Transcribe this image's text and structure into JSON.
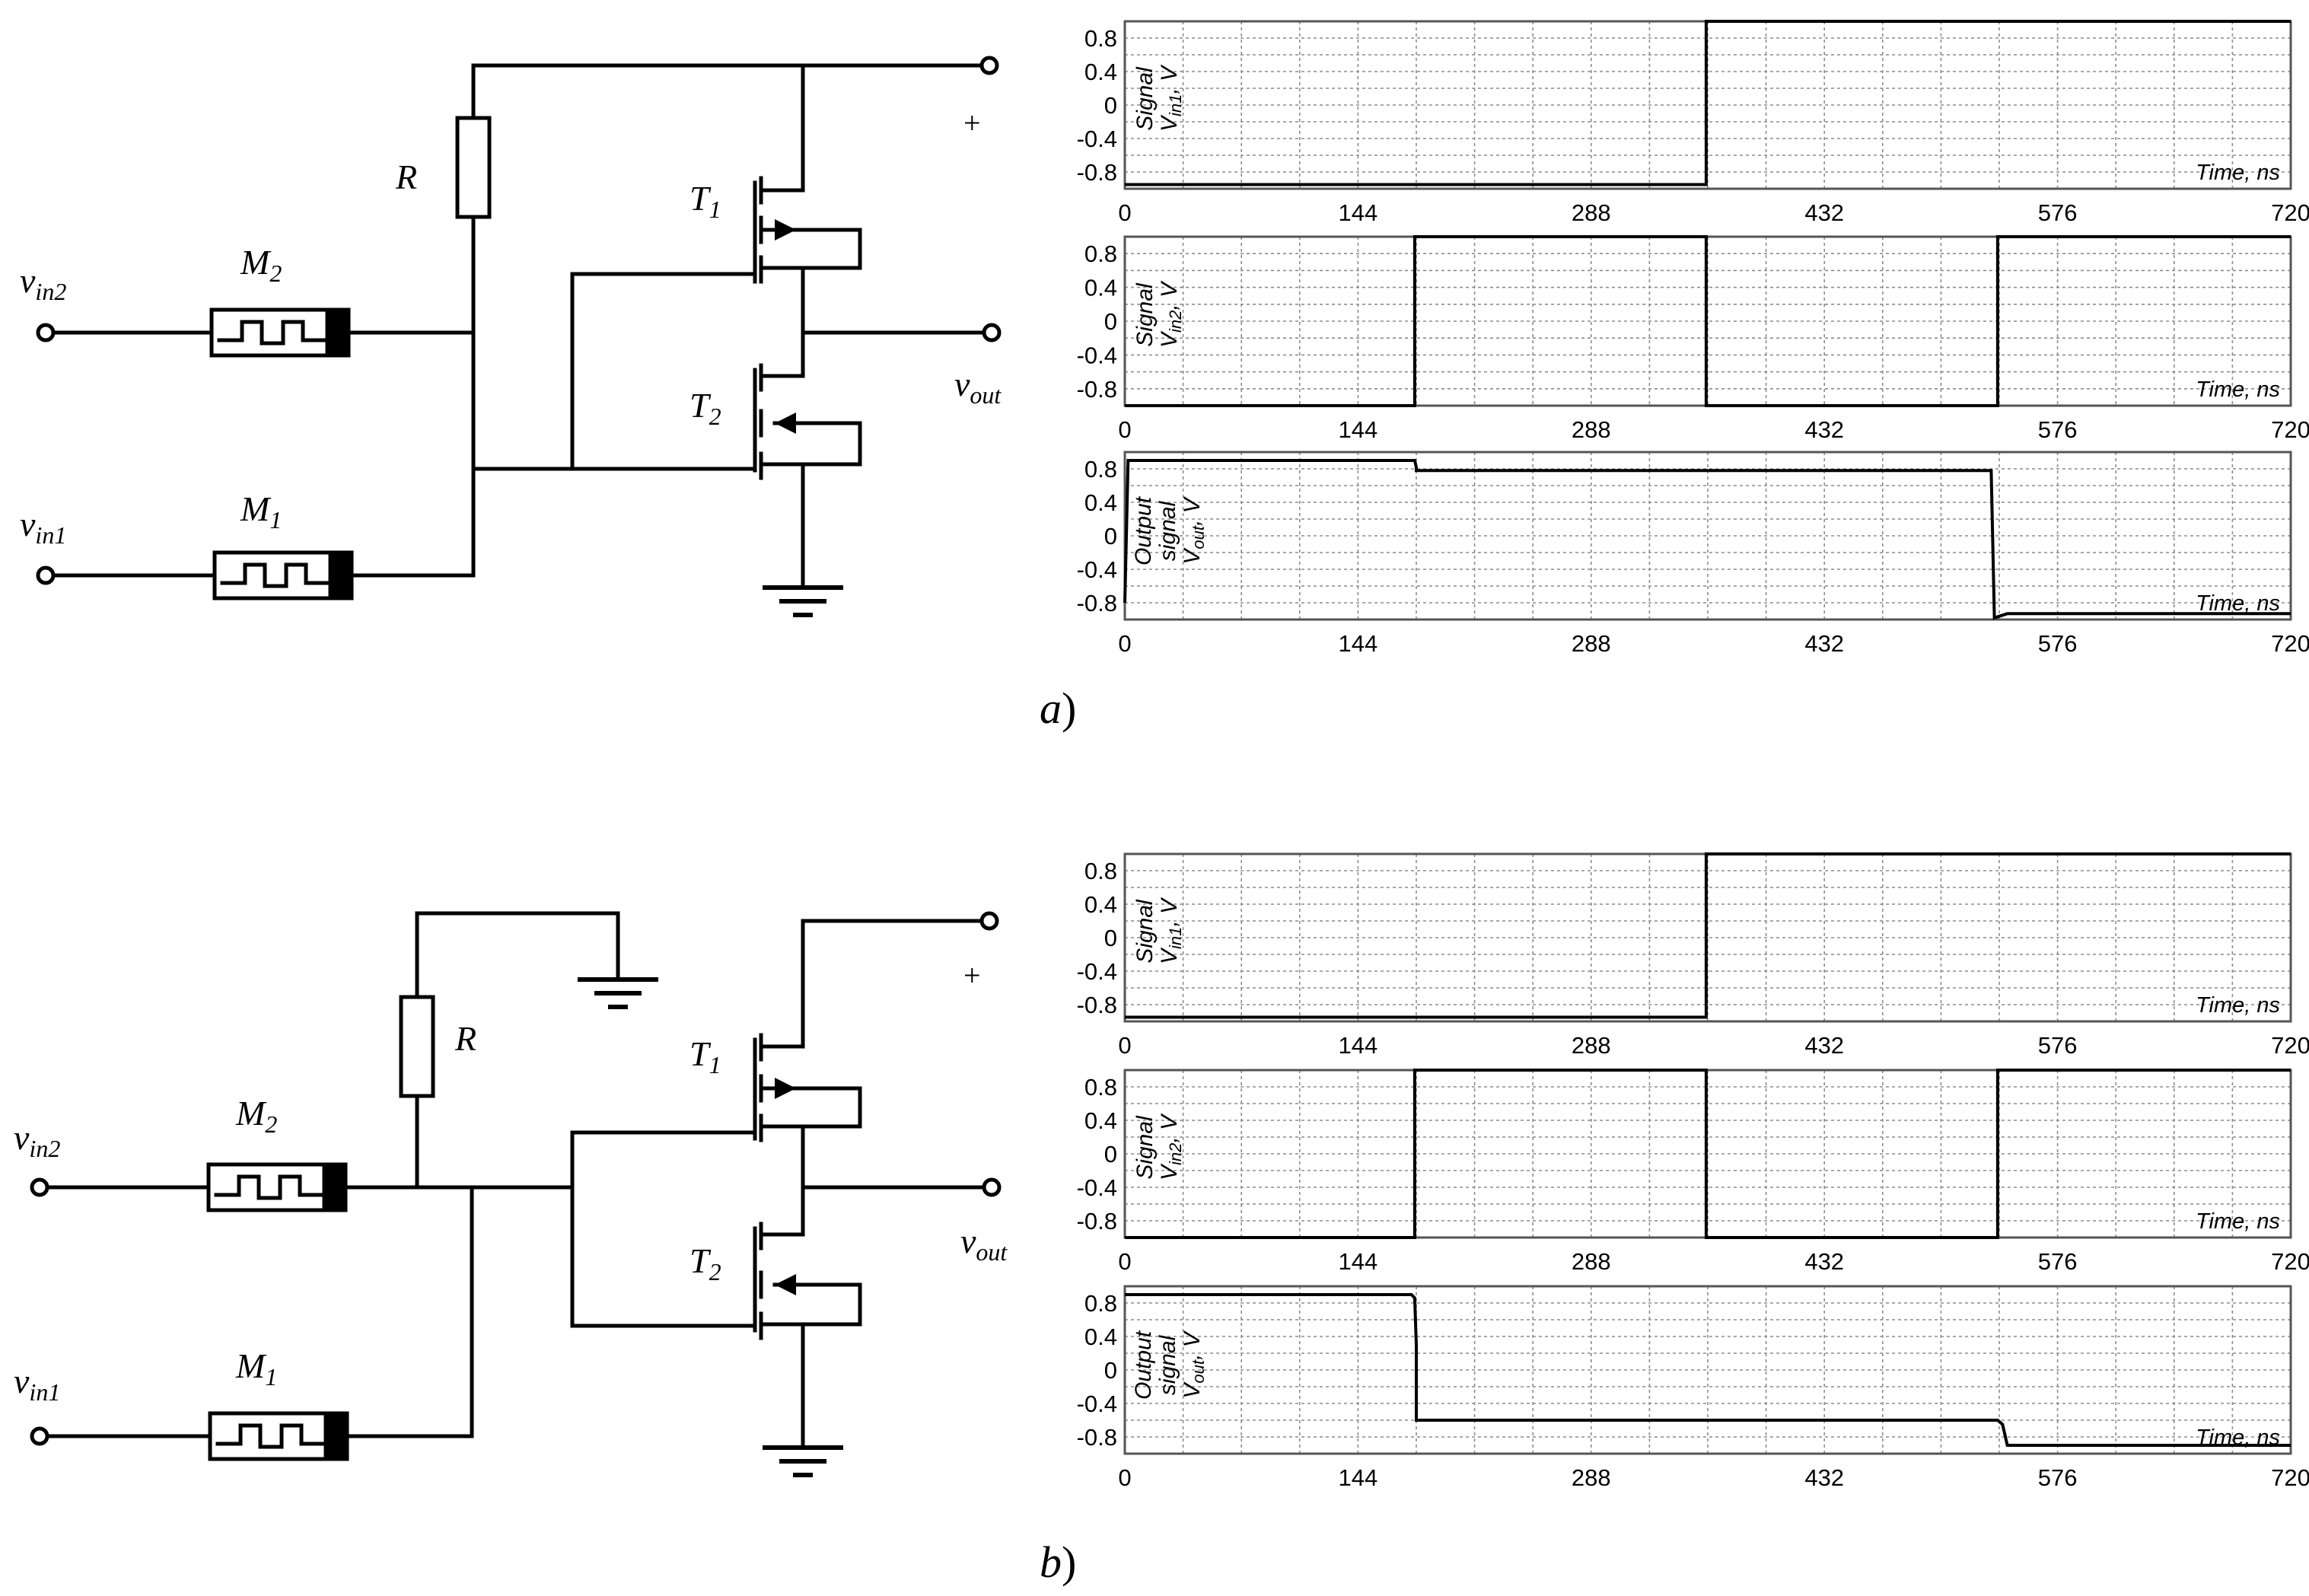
{
  "colors": {
    "ink": "#000000",
    "grid": "#8c8c8c",
    "signal": "#000000"
  },
  "circuits": [
    {
      "id": "a",
      "panel_label": "a",
      "labels": {
        "resistor": "R",
        "memristor_top": "M",
        "memristor_top_sub": "2",
        "memristor_bottom": "M",
        "memristor_bottom_sub": "1",
        "input_top": "v",
        "input_top_sub": "in2",
        "input_bottom": "v",
        "input_bottom_sub": "in1",
        "transistor_top": "T",
        "transistor_top_sub": "1",
        "transistor_bottom": "T",
        "transistor_bottom_sub": "2",
        "output": "v",
        "output_sub": "out",
        "supply": "+"
      }
    },
    {
      "id": "b",
      "panel_label": "b",
      "labels": {
        "resistor": "R",
        "memristor_top": "M",
        "memristor_top_sub": "2",
        "memristor_bottom": "M",
        "memristor_bottom_sub": "1",
        "input_top": "v",
        "input_top_sub": "in2",
        "input_bottom": "v",
        "input_bottom_sub": "in1",
        "transistor_top": "T",
        "transistor_top_sub": "1",
        "transistor_bottom": "T",
        "transistor_bottom_sub": "2",
        "output": "v",
        "output_sub": "out",
        "supply": "+"
      }
    }
  ],
  "chart_data": [
    {
      "type": "line",
      "group": "a",
      "slot": 0,
      "ylabel_lines": [
        "Signal",
        "V",
        "in1",
        ", V"
      ],
      "time_label": "Time, ns",
      "xlim": [
        0,
        720
      ],
      "ylim": [
        -1,
        1
      ],
      "xticks": [
        "0",
        "144",
        "288",
        "432",
        "576",
        "720"
      ],
      "yticks": [
        "0.8",
        "0.4",
        "0",
        "-0.4",
        "-0.8"
      ],
      "series": [
        {
          "x": [
            0,
            359,
            359,
            720
          ],
          "y": [
            -0.95,
            -0.95,
            1.0,
            1.0
          ]
        }
      ]
    },
    {
      "type": "line",
      "group": "a",
      "slot": 1,
      "ylabel_lines": [
        "Signal",
        "V",
        "in2",
        ", V"
      ],
      "time_label": "Time, ns",
      "xlim": [
        0,
        720
      ],
      "ylim": [
        -1,
        1
      ],
      "xticks": [
        "0",
        "144",
        "288",
        "432",
        "576",
        "720"
      ],
      "yticks": [
        "0.8",
        "0.4",
        "0",
        "-0.4",
        "-0.8"
      ],
      "series": [
        {
          "x": [
            0,
            179,
            179,
            359,
            359,
            539,
            539,
            720
          ],
          "y": [
            -1.0,
            -1.0,
            1.0,
            1.0,
            -1.0,
            -1.0,
            1.0,
            1.0
          ]
        }
      ]
    },
    {
      "type": "line",
      "group": "a",
      "slot": 2,
      "ylabel_lines": [
        "Output",
        "signal",
        "V",
        "out",
        ", V"
      ],
      "time_label": "Time, ns",
      "xlim": [
        0,
        720
      ],
      "ylim": [
        -1,
        1
      ],
      "xticks": [
        "0",
        "144",
        "288",
        "432",
        "576",
        "720"
      ],
      "yticks": [
        "0.8",
        "0.4",
        "0",
        "-0.4",
        "-0.8"
      ],
      "series": [
        {
          "x": [
            0,
            2,
            4,
            179,
            180,
            180,
            535,
            537,
            545,
            720
          ],
          "y": [
            -0.8,
            0.9,
            0.9,
            0.9,
            0.82,
            0.78,
            0.78,
            -0.98,
            -0.93,
            -0.93
          ]
        }
      ]
    },
    {
      "type": "line",
      "group": "b",
      "slot": 0,
      "ylabel_lines": [
        "Signal",
        "V",
        "in1",
        ", V"
      ],
      "time_label": "Time, ns",
      "xlim": [
        0,
        720
      ],
      "ylim": [
        -1,
        1
      ],
      "xticks": [
        "0",
        "144",
        "288",
        "432",
        "576",
        "720"
      ],
      "yticks": [
        "0.8",
        "0.4",
        "0",
        "-0.4",
        "-0.8"
      ],
      "series": [
        {
          "x": [
            0,
            359,
            359,
            720
          ],
          "y": [
            -0.95,
            -0.95,
            1.0,
            1.0
          ]
        }
      ]
    },
    {
      "type": "line",
      "group": "b",
      "slot": 1,
      "ylabel_lines": [
        "Signal",
        "V",
        "in2",
        ", V"
      ],
      "time_label": "Time, ns",
      "xlim": [
        0,
        720
      ],
      "ylim": [
        -1,
        1
      ],
      "xticks": [
        "0",
        "144",
        "288",
        "432",
        "576",
        "720"
      ],
      "yticks": [
        "0.8",
        "0.4",
        "0",
        "-0.4",
        "-0.8"
      ],
      "series": [
        {
          "x": [
            0,
            179,
            179,
            359,
            359,
            539,
            539,
            720
          ],
          "y": [
            -1.0,
            -1.0,
            1.0,
            1.0,
            -1.0,
            -1.0,
            1.0,
            1.0
          ]
        }
      ]
    },
    {
      "type": "line",
      "group": "b",
      "slot": 2,
      "ylabel_lines": [
        "Output",
        "signal",
        "V",
        "out",
        ", V"
      ],
      "time_label": "Time, ns",
      "xlim": [
        0,
        720
      ],
      "ylim": [
        -1,
        1
      ],
      "xticks": [
        "0",
        "144",
        "288",
        "432",
        "576",
        "720"
      ],
      "yticks": [
        "0.8",
        "0.4",
        "0",
        "-0.4",
        "-0.8"
      ],
      "series": [
        {
          "x": [
            0,
            177,
            179,
            180,
            180,
            539,
            542,
            545,
            720
          ],
          "y": [
            0.9,
            0.9,
            0.86,
            0.3,
            -0.6,
            -0.6,
            -0.65,
            -0.9,
            -0.9
          ]
        }
      ]
    }
  ]
}
